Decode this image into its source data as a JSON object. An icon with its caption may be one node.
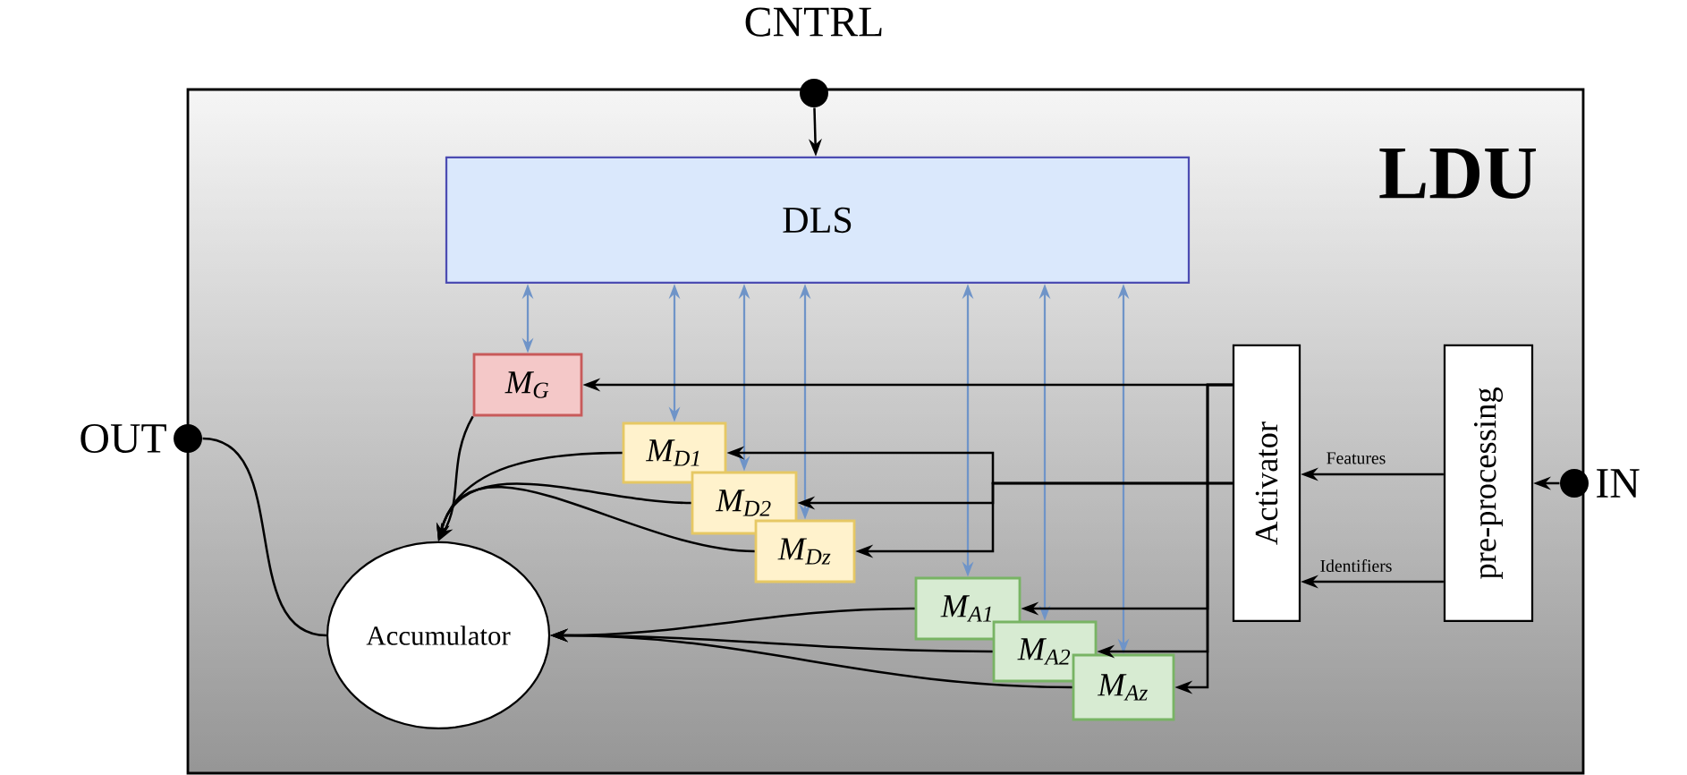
{
  "diagram": {
    "nodes": [
      {
        "text": [
          "LDU"
        ]
      },
      {
        "text": [
          "DLS"
        ],
        "in": 0
      },
      {
        "text": [
          "M$_{G}$"
        ],
        "in": 0
      },
      {
        "text": [
          "M$_{D1}$"
        ],
        "in": 0
      },
      {
        "text": [
          "M$_{D2}$"
        ],
        "in": 0
      },
      {
        "text": [
          "M$_{Dz}$"
        ],
        "in": 0
      },
      {
        "text": [
          "M$_{A1}$"
        ],
        "in": 0
      },
      {
        "text": [
          "M$_{A2}$"
        ],
        "in": 0
      },
      {
        "text": [
          "M$_{Az}$"
        ],
        "in": 0
      },
      {
        "text": [
          "Accumulator"
        ],
        "in": 0
      },
      {
        "text": [
          "Activator"
        ],
        "in": 0
      },
      {
        "text": [
          "pre-processing"
        ],
        "in": 0
      },
      {
        "text": [],
        "shape": "circle",
        "beside": [
          "CNTRL"
        ]
      },
      {
        "text": [],
        "shape": "circle",
        "beside": [
          "OUT"
        ]
      },
      {
        "text": [],
        "shape": "circle",
        "beside": [
          "IN"
        ]
      }
    ],
    "edges": [
      {
        "from": 12,
        "to": 1,
        "arrow": "to"
      },
      {
        "from": 1,
        "to": 2,
        "arrow": "both",
        "color": "#6f94c8"
      },
      {
        "from": 1,
        "to": 3,
        "arrow": "both",
        "color": "#6f94c8"
      },
      {
        "from": 1,
        "to": 4,
        "arrow": "both",
        "color": "#6f94c8"
      },
      {
        "from": 1,
        "to": 5,
        "arrow": "both",
        "color": "#6f94c8"
      },
      {
        "from": 1,
        "to": 6,
        "arrow": "both",
        "color": "#6f94c8"
      },
      {
        "from": 1,
        "to": 7,
        "arrow": "both",
        "color": "#6f94c8"
      },
      {
        "from": 1,
        "to": 8,
        "arrow": "both",
        "color": "#6f94c8"
      },
      {
        "from": 10,
        "to": 2,
        "arrow": "to"
      },
      {
        "from": 10,
        "to": 3,
        "arrow": "to"
      },
      {
        "from": 10,
        "to": 4,
        "arrow": "to"
      },
      {
        "from": 10,
        "to": 5,
        "arrow": "to"
      },
      {
        "from": 10,
        "to": 6,
        "arrow": "to"
      },
      {
        "from": 10,
        "to": 7,
        "arrow": "to"
      },
      {
        "from": 10,
        "to": 8,
        "arrow": "to"
      },
      {
        "from": 2,
        "to": 9,
        "arrow": "to"
      },
      {
        "from": 3,
        "to": 9,
        "arrow": "to"
      },
      {
        "from": 4,
        "to": 9,
        "arrow": "to"
      },
      {
        "from": 5,
        "to": 9,
        "arrow": "to"
      },
      {
        "from": 6,
        "to": 9,
        "arrow": "to"
      },
      {
        "from": 7,
        "to": 9,
        "arrow": "to"
      },
      {
        "from": 8,
        "to": 9,
        "arrow": "to"
      },
      {
        "from": 9,
        "to": 13,
        "arrow": "none"
      },
      {
        "from": 11,
        "to": 10,
        "arrow": "to",
        "label": "Features"
      },
      {
        "from": 11,
        "to": 10,
        "arrow": "to",
        "label": "Identifiers"
      },
      {
        "from": 14,
        "to": 11,
        "arrow": "to"
      }
    ]
  }
}
